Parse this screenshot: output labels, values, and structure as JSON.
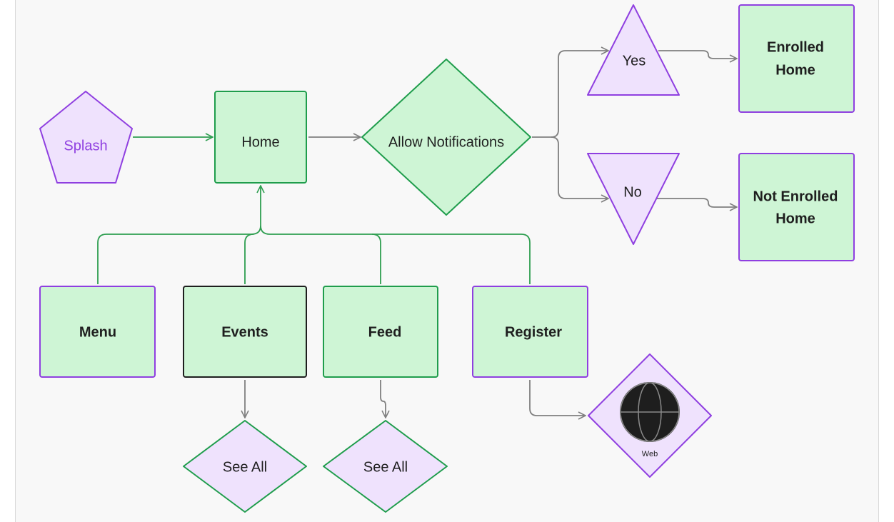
{
  "diagram": {
    "colors": {
      "green_fill": "#cef5d5",
      "green_stroke": "#1f9d4c",
      "purple_fill": "#efe2fd",
      "purple_stroke": "#8f3fe0",
      "dark_stroke": "#1e1e1e",
      "connector_gray": "#7f7f7f",
      "connector_green": "#2e9e50",
      "text": "#1e1e1e",
      "splash_text": "#8f3fe0"
    },
    "nodes": {
      "splash": "Splash",
      "home": "Home",
      "allow_notifications": "Allow Notifications",
      "yes": "Yes",
      "no": "No",
      "enrolled_home_line1": "Enrolled",
      "enrolled_home_line2": "Home",
      "not_enrolled_home_line1": "Not Enrolled",
      "not_enrolled_home_line2": "Home",
      "menu": "Menu",
      "events": "Events",
      "feed": "Feed",
      "register": "Register",
      "events_see_all": "See All",
      "feed_see_all": "See All",
      "web": "Web",
      "web_icon": "globe-icon"
    }
  }
}
